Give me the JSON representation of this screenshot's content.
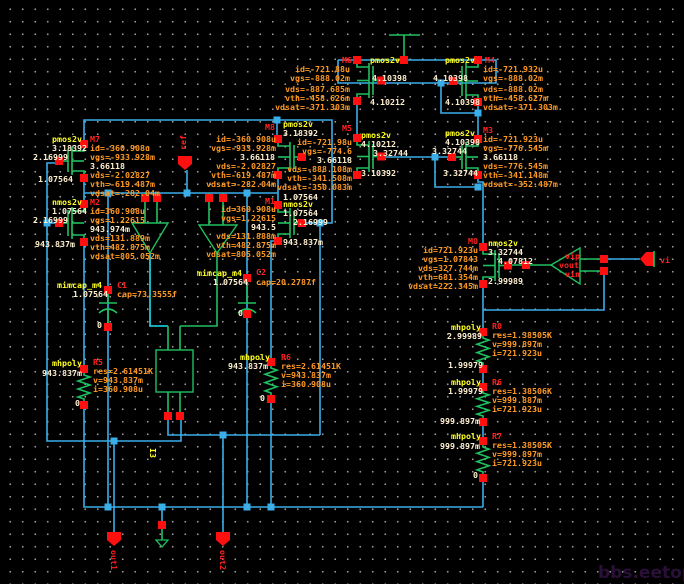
{
  "instances": {
    "M6": {
      "name": "M6",
      "model": "pmos2v",
      "params": [
        "id=-721.88u",
        "vgs=-888.02m",
        "vds=-887.685m",
        "vth=-458.626m",
        "vdsat=-371.303m"
      ]
    },
    "M4": {
      "name": "M4",
      "model": "pmos2v",
      "params": [
        "id=-721.932u",
        "vgs=-888.02m",
        "vds=-888.02m",
        "vth=-458.627m",
        "vdsat=-371.303m"
      ]
    },
    "M5": {
      "name": "M5",
      "model": "pmos2v",
      "params": [
        "id=-721.98u",
        "vgs=-774.6",
        "vds=-888.108m",
        "vth=-341.508m",
        "vdsat=-350.083m"
      ]
    },
    "M3": {
      "name": "M3",
      "model": "pmos2v",
      "params": [
        "id=-721.923u",
        "vgs=-776.545m",
        "vds=-776.545m",
        "vth=-341.148m",
        "vdsat=-352.487m"
      ]
    },
    "M7": {
      "name": "M7",
      "model": "pmos2v",
      "params": [
        "id=-360.908u",
        "vgs=-933.928m",
        "vds=-2.02827",
        "vth=-619.487m",
        "vdsat=-282.04m"
      ]
    },
    "M8": {
      "name": "M8",
      "model": "pmos2v",
      "params": [
        "id=-360.908u",
        "vgs=-933.928m",
        "vds=-2.02827",
        "vth=-619.487m",
        "vdsat=-282.04m"
      ]
    },
    "M2": {
      "name": "M2",
      "model": "nmos2v",
      "params": [
        "id=360.908u",
        "vgs=1.22615",
        "vds=131.889m",
        "vth=482.875m",
        "vdsat=805.052m"
      ]
    },
    "M1": {
      "name": "M1",
      "model": "nmos2v",
      "params": [
        "id=360.908u",
        "vgs=1.22615",
        "vds=131.888m",
        "vth=482.875m",
        "vdsat=805.052m"
      ]
    },
    "M0": {
      "name": "M0",
      "model": "nmos2v",
      "params": [
        "id=721.923u",
        "vgs=1.07843",
        "vds=327.744m",
        "vth=681.354m",
        "vdsat=222.345m"
      ]
    },
    "C1": {
      "name": "C1",
      "model": "mimcap_m4",
      "params": [
        "cap=73.3555f"
      ]
    },
    "C2": {
      "name": "C2",
      "model": "mimcap_m4",
      "params": [
        "cap=20.2787f"
      ]
    },
    "R5": {
      "name": "R5",
      "model": "mhpoly",
      "params": [
        "res=2.61451K",
        "v=943.837m",
        "i=360.908u"
      ]
    },
    "R6a": {
      "name": "R6",
      "model": "mhpoly",
      "params": [
        "res=2.61451K",
        "v=943.837m",
        "i=360.908u"
      ]
    },
    "R0": {
      "name": "R0",
      "model": "mhpoly",
      "params": [
        "res=1.38505K",
        "v=999.897m",
        "i=721.923u"
      ]
    },
    "R6b": {
      "name": "R6",
      "model": "mhpoly",
      "params": [
        "res=1.38506K",
        "v=999.887m",
        "i=721.923u"
      ]
    },
    "R7": {
      "name": "R7",
      "model": "mhpoly",
      "params": [
        "res=1.38505K",
        "v=999.897m",
        "i=721.923u"
      ]
    },
    "I3": {
      "name": "I3"
    }
  },
  "nodes": {
    "m6_g": "4.10398",
    "m4_g": "4.10398",
    "m6_d": "4.10212",
    "m4_d": "4.10398",
    "m5_s": "4.10212",
    "m5_g": "3.32744",
    "m5_d": "3.10392",
    "m5_b": "3.66118",
    "m3_s": "4.10398",
    "m3_g": "3.32744",
    "m3_d": "3.32744",
    "m3_b": "3.66118",
    "m7_s": "3.18392",
    "m7_g": "2.16999",
    "m7_d": "1.07564",
    "m7_b": "3.66118",
    "m8_s": "3.18392",
    "m8_d": "1.07564",
    "m8_b": "3.66118",
    "m2_d": "1.07564",
    "m2_g": "2.16999",
    "m2_s": "943.837m",
    "m2_b": "943.974m",
    "m1_d": "1.07564",
    "m1_g": "2.16999",
    "m1_s": "943.837m",
    "m1_b": "943.5",
    "m0_d": "3.32744",
    "m0_g": "4.07812",
    "m0_s": "2.99989",
    "c1_t": "1.07564",
    "c1_b": "0",
    "c2_t": "1.07564",
    "c2_b": "0",
    "r5_t": "943.837m",
    "r5_b": "0",
    "r6a_t": "943.837m",
    "r6a_b": "0",
    "r0_t": "2.99989",
    "r0_b": "1.99979",
    "r6b_t": "1.99979",
    "r6b_b": "999.897m",
    "r7_t": "999.897m",
    "r7_b": "0"
  },
  "pins": {
    "ref": "ref",
    "out1": "out1",
    "out2": "out2",
    "vi": "vi"
  },
  "opamp_terminals": {
    "vip": "vip",
    "vout": "vout",
    "vin": "vin"
  },
  "watermark": "bbs.eetop.cn",
  "colors": {
    "wire": "#3aaee8",
    "device": "#20c060",
    "terminal": "#ff1010",
    "net_highlight": "#20e0f0",
    "background": "#000000"
  }
}
